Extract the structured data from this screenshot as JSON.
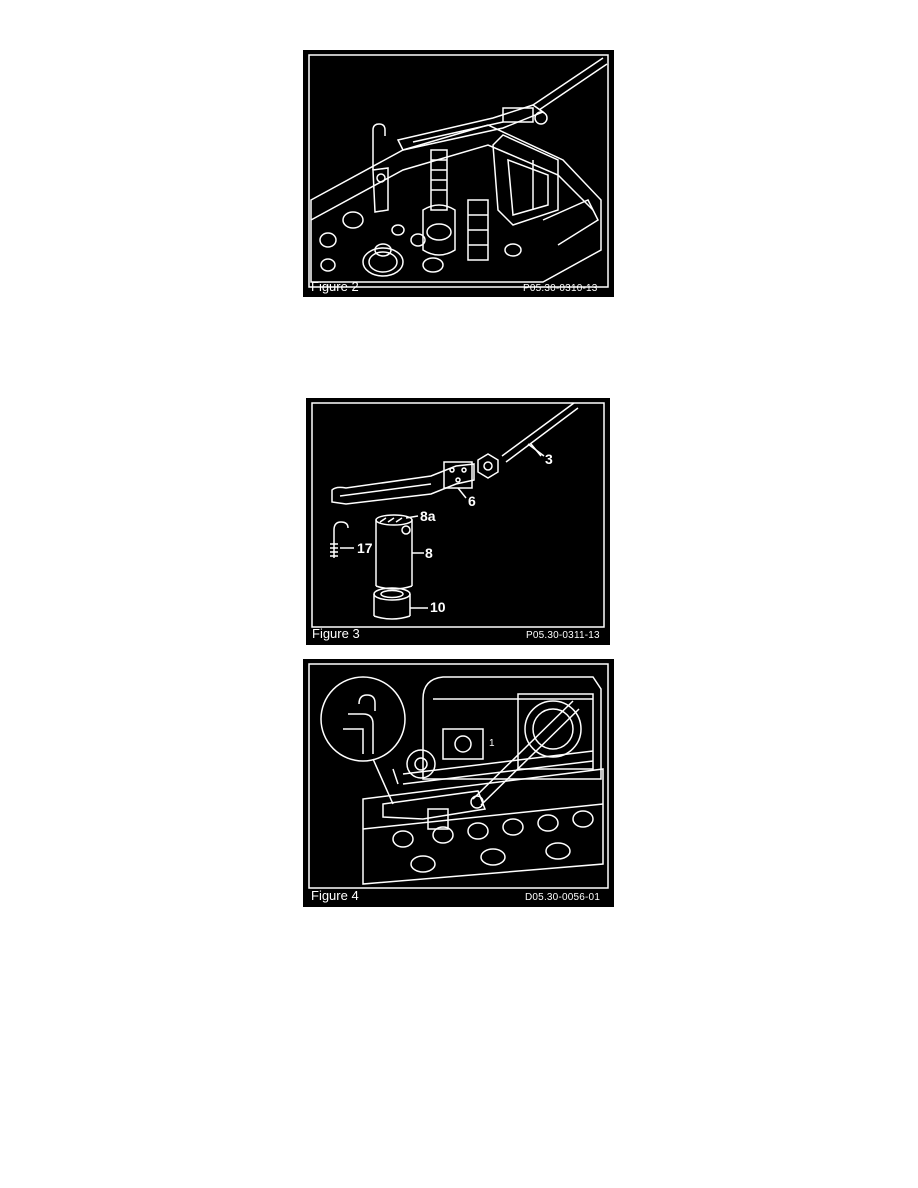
{
  "figures": [
    {
      "caption": "Figure 2",
      "code": "P05.30-0310-13"
    },
    {
      "caption": "Figure 3",
      "code": "P05.30-0311-13",
      "labels": {
        "p3": "3",
        "p6": "6",
        "p8a": "8a",
        "p17": "17",
        "p8": "8",
        "p10": "10"
      }
    },
    {
      "caption": "Figure 4",
      "code": "D05.30-0056-01",
      "labels": {
        "p1": "1"
      }
    }
  ],
  "colors": {
    "background": "#ffffff",
    "figure_bg": "#000000",
    "line": "#ffffff"
  }
}
